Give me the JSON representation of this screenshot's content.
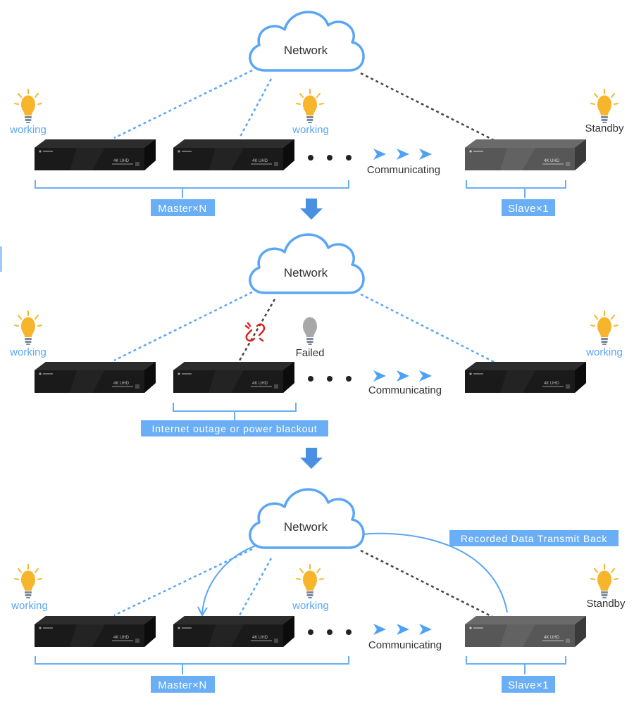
{
  "colors": {
    "accent_blue": "#5aa6f5",
    "badge_blue": "#6aaef5",
    "dashed_dark": "#444444",
    "bulb_on": "#f7b52c",
    "bulb_off": "#a8a8a8",
    "broken_link": "#e02020",
    "device_dark": "#1c1c1c",
    "device_standby": "#555555"
  },
  "icons": [
    "cloud-icon",
    "lightbulb-icon",
    "broken-link-icon",
    "nvr-device-icon",
    "chevron-right-icon",
    "down-arrow-icon"
  ],
  "panel1": {
    "network": "Network",
    "working_1": "working",
    "working_2": "working",
    "standby": "Standby",
    "communicating": "Communicating",
    "master_badge": "Master×N",
    "slave_badge": "Slave×1",
    "device_model": "4K UHD"
  },
  "panel2": {
    "network": "Network",
    "working_1": "working",
    "failed": "Failed",
    "working_3": "working",
    "communicating": "Communicating",
    "outage_badge": "Internet outage or power blackout",
    "device_model": "4K UHD"
  },
  "panel3": {
    "network": "Network",
    "working_1": "working",
    "working_2": "working",
    "standby": "Standby",
    "communicating": "Communicating",
    "transmit_badge": "Recorded Data Transmit Back",
    "master_badge": "Master×N",
    "slave_badge": "Slave×1",
    "device_model": "4K UHD"
  }
}
